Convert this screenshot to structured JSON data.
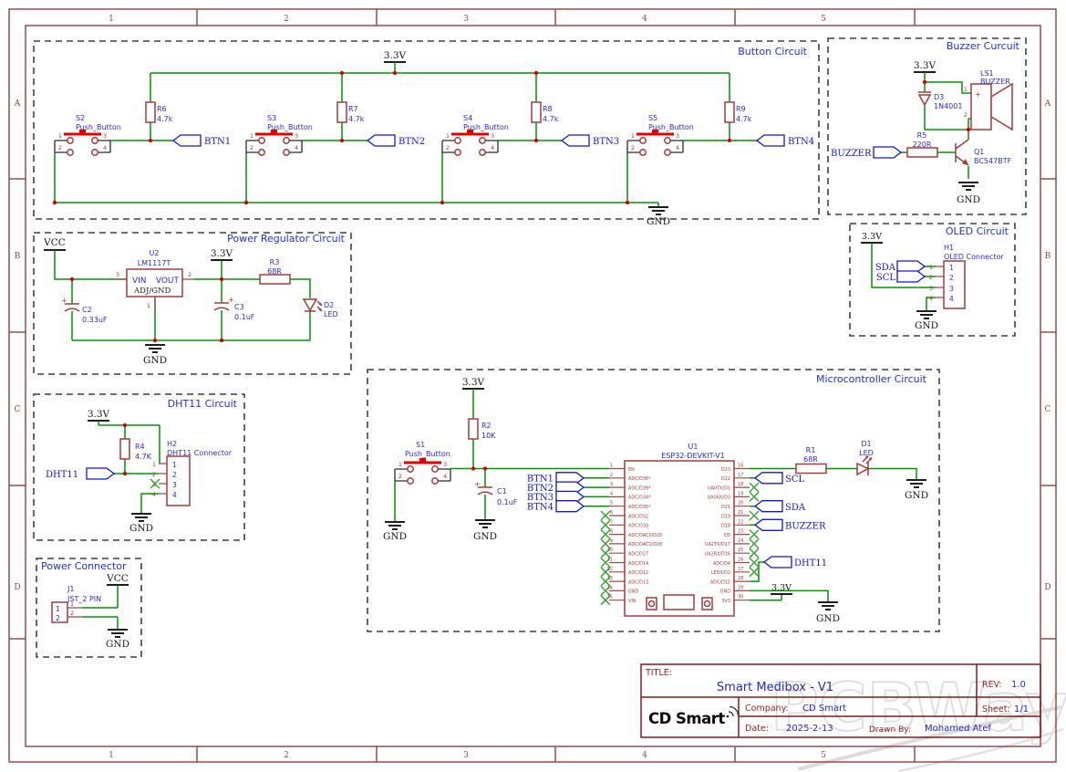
{
  "frame": {
    "columns": [
      "1",
      "2",
      "3",
      "4",
      "5"
    ],
    "rows": [
      "A",
      "B",
      "C",
      "D"
    ]
  },
  "sections": {
    "button": "Button Circuit",
    "buzzer": "Buzzer Curcuit",
    "power_regulator": "Power Regulator Circuit",
    "oled": "OLED Circuit",
    "dht11": "DHT11 Circuit",
    "power_connector": "Power Connector",
    "mcu": "Microcontroller Circuit"
  },
  "power_nets": {
    "v33": "3.3V",
    "vcc": "VCC",
    "gnd": "GND"
  },
  "button_circuit": {
    "pin_numbers": [
      "1",
      "2",
      "3",
      "4"
    ],
    "stages": [
      {
        "ref": "S2",
        "value": "Push_Button",
        "res_ref": "R6",
        "res_value": "4.7k",
        "net": "BTN1"
      },
      {
        "ref": "S3",
        "value": "Push_Button",
        "res_ref": "R7",
        "res_value": "4.7k",
        "net": "BTN2"
      },
      {
        "ref": "S4",
        "value": "Push_Button",
        "res_ref": "R8",
        "res_value": "4.7k",
        "net": "BTN3"
      },
      {
        "ref": "S5",
        "value": "Push_Button",
        "res_ref": "R9",
        "res_value": "4.7k",
        "net": "BTN4"
      }
    ]
  },
  "buzzer_circuit": {
    "net": "BUZZER",
    "diode": {
      "ref": "D3",
      "value": "1N4001"
    },
    "speaker": {
      "ref": "LS1",
      "value": "BUZZER",
      "pin1": "1",
      "pin2": "2",
      "plus": "+"
    },
    "resistor": {
      "ref": "R5",
      "value": "220R"
    },
    "transistor": {
      "ref": "Q1",
      "value": "BC547BTF"
    }
  },
  "power_regulator": {
    "regulator": {
      "ref": "U2",
      "value": "LM1117T",
      "vin": "VIN",
      "vout": "VOUT",
      "adj": "ADJ/GND",
      "pin_in": "3",
      "pin_out": "2",
      "pin_adj": "1"
    },
    "c2": {
      "ref": "C2",
      "value": "0.33uF",
      "plus": "+"
    },
    "c3": {
      "ref": "C3",
      "value": "0.1uF",
      "plus": "+"
    },
    "r3": {
      "ref": "R3",
      "value": "68R"
    },
    "d2": {
      "ref": "D2",
      "value": "LED"
    }
  },
  "oled_circuit": {
    "connector": {
      "ref": "H1",
      "value": "OLED Connector",
      "pins": [
        "1",
        "2",
        "3",
        "4"
      ]
    },
    "net_sda": "SDA",
    "net_scl": "SCL"
  },
  "dht11_circuit": {
    "net": "DHT11",
    "r4": {
      "ref": "R4",
      "value": "4.7K"
    },
    "connector": {
      "ref": "H2",
      "value": "DHT11 Connector",
      "pins": [
        "1",
        "2",
        "3",
        "4"
      ]
    }
  },
  "power_connector": {
    "connector": {
      "ref": "J1",
      "value": "JST_2 PIN",
      "pins": [
        "1",
        "2"
      ]
    }
  },
  "mcu_circuit": {
    "r2": {
      "ref": "R2",
      "value": "10K"
    },
    "s1": {
      "ref": "S1",
      "value": "Push_Button"
    },
    "c1": {
      "ref": "C1",
      "value": "0.1uF",
      "plus": "+"
    },
    "r1": {
      "ref": "R1",
      "value": "68R"
    },
    "d1": {
      "ref": "D1",
      "value": "LED"
    },
    "input_nets": [
      "BTN1",
      "BTN2",
      "BTN3",
      "BTN4"
    ],
    "net_scl": "SCL",
    "net_sda": "SDA",
    "net_buzzer": "BUZZER",
    "net_dht11": "DHT11",
    "chip": {
      "ref": "U1",
      "value": "ESP32-DEVKIT-V1",
      "left_pins": [
        {
          "n": "1",
          "name": "EN"
        },
        {
          "n": "2",
          "name": "ADC/D36*"
        },
        {
          "n": "3",
          "name": "ADC/D39*"
        },
        {
          "n": "4",
          "name": "ADC/D34*"
        },
        {
          "n": "5",
          "name": "ADC/D35*"
        },
        {
          "n": "6",
          "name": "ADC/D32",
          "nc": true
        },
        {
          "n": "7",
          "name": "ADC/D33",
          "nc": true
        },
        {
          "n": "8",
          "name": "ADC/DAC0/D25",
          "nc": true
        },
        {
          "n": "9",
          "name": "ADC/DAC1/D26",
          "nc": true
        },
        {
          "n": "10",
          "name": "ADC/D27",
          "nc": true
        },
        {
          "n": "11",
          "name": "ADC/D14",
          "nc": true
        },
        {
          "n": "12",
          "name": "ADC/D12",
          "nc": true
        },
        {
          "n": "13",
          "name": "ADC/D13",
          "nc": true
        },
        {
          "n": "14",
          "name": "GND",
          "nc": true
        },
        {
          "n": "15",
          "name": "VIN",
          "nc": true
        }
      ],
      "right_pins": [
        {
          "n": "16",
          "name": "D23"
        },
        {
          "n": "17",
          "name": "D22"
        },
        {
          "n": "18",
          "name": "UA0TX/D1",
          "nc": true
        },
        {
          "n": "19",
          "name": "UA0RX/D3",
          "nc": true
        },
        {
          "n": "20",
          "name": "D21"
        },
        {
          "n": "21",
          "name": "D19",
          "nc": true
        },
        {
          "n": "22",
          "name": "D18"
        },
        {
          "n": "23",
          "name": "D5",
          "nc": true
        },
        {
          "n": "24",
          "name": "UA2TX/D17",
          "nc": true
        },
        {
          "n": "25",
          "name": "UA2RX/D16",
          "nc": true
        },
        {
          "n": "26",
          "name": "ADC/D4",
          "nc": true
        },
        {
          "n": "27",
          "name": "LED0/D2",
          "nc": true
        },
        {
          "n": "28",
          "name": "ADC/D15"
        },
        {
          "n": "29",
          "name": "GND"
        },
        {
          "n": "30",
          "name": "3V3"
        }
      ]
    }
  },
  "title_block": {
    "title_label": "TITLE:",
    "title": "Smart Medibox - V1",
    "rev_label": "REV:",
    "rev": "1.0",
    "logo": "CD Smart",
    "company_label": "Company:",
    "company": "CD Smart",
    "sheet_label": "Sheet:",
    "sheet": "1/1",
    "date_label": "Date:",
    "date": "2025-2-13",
    "drawn_label": "Drawn By:",
    "drawn": "Mohamed Atef"
  },
  "watermark": "PCBWay"
}
